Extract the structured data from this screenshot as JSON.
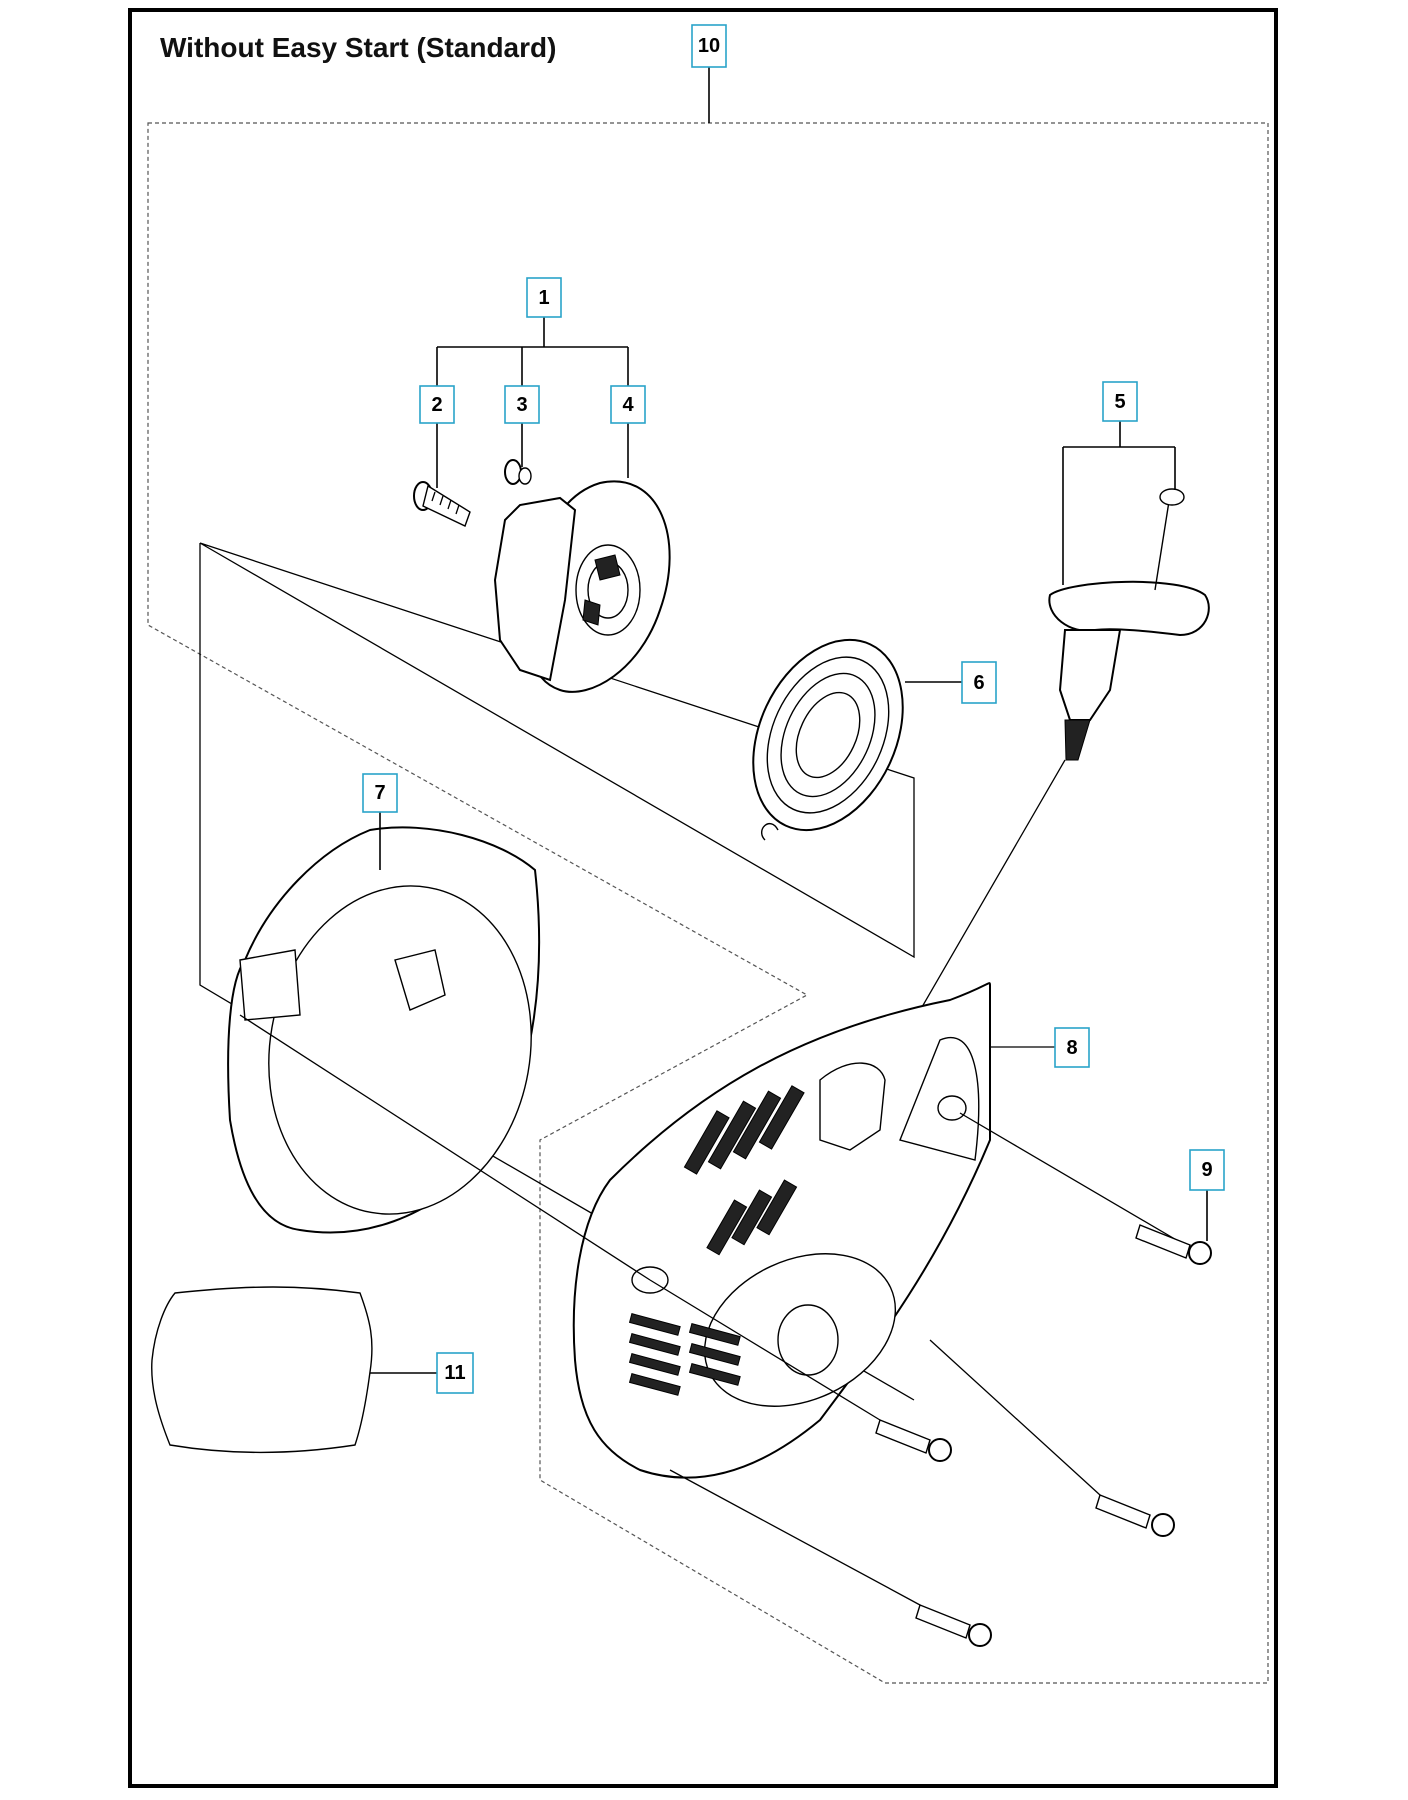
{
  "title": "Without Easy Start (Standard)",
  "callouts": [
    "10",
    "1",
    "2",
    "3",
    "4",
    "5",
    "6",
    "7",
    "8",
    "9",
    "11"
  ],
  "colors": {
    "callout_border": "#2aa3c9",
    "frame": "#000000"
  }
}
